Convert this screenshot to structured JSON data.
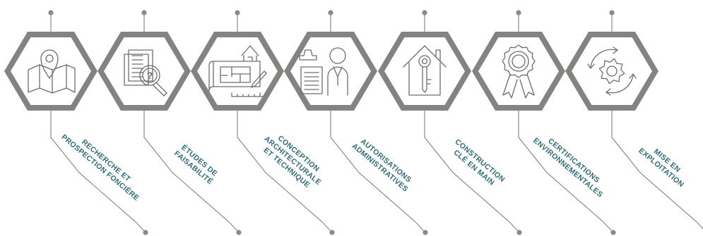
{
  "colors": {
    "accent": "#2d6c78",
    "hexagon": "#838382",
    "line": "#8a8a8a"
  },
  "steps": [
    {
      "icon": "map-pin-icon",
      "label_lines": [
        "RECHERCHE ET",
        "PROSPECTION FONCIÈRE"
      ]
    },
    {
      "icon": "document-search-icon",
      "label_lines": [
        "ÉTUDES DE",
        "FAISABILITÉ"
      ]
    },
    {
      "icon": "blueprint-house-icon",
      "label_lines": [
        "CONCEPTION",
        "ARCHITECTURALE",
        "ET TECHNIQUE"
      ]
    },
    {
      "icon": "stamp-person-icon",
      "label_lines": [
        "AUTORISATIONS",
        "ADMINISTRATIVES"
      ]
    },
    {
      "icon": "house-key-icon",
      "label_lines": [
        "CONSTRUCTION",
        "CLÉ EN MAIN"
      ]
    },
    {
      "icon": "award-ribbon-icon",
      "label_lines": [
        "CERTIFICATIONS",
        "ENVIRONNEMENTALES"
      ]
    },
    {
      "icon": "gear-cycle-icon",
      "label_lines": [
        "MISE EN",
        "EXPLOITATION"
      ]
    }
  ]
}
